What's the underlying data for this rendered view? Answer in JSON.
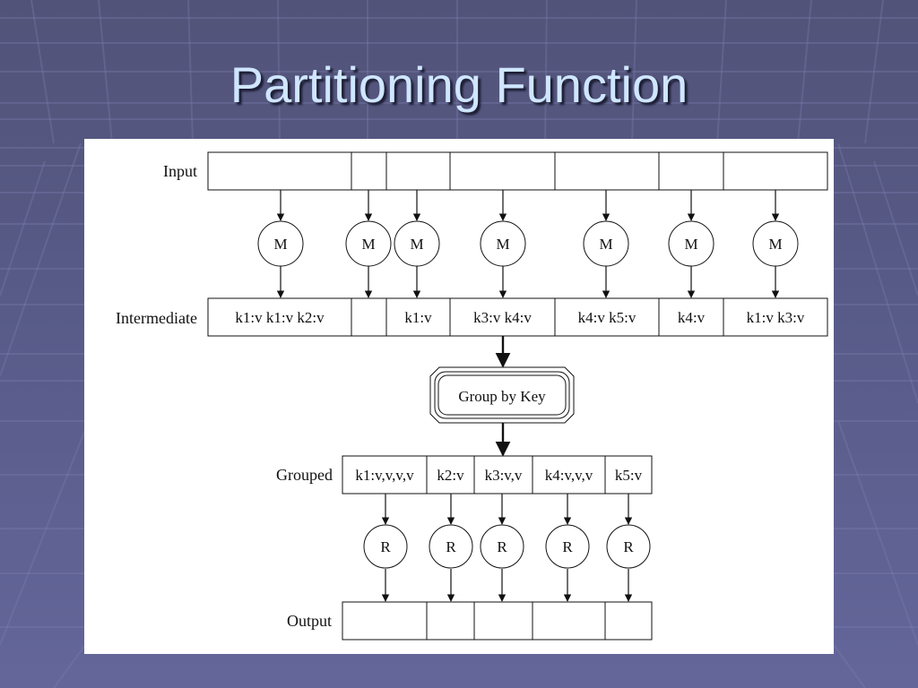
{
  "slide": {
    "title": "Partitioning Function"
  },
  "diagram": {
    "rows": {
      "input": {
        "label": "Input",
        "cells": [
          "",
          "",
          "",
          "",
          "",
          "",
          ""
        ]
      },
      "intermediate": {
        "label": "Intermediate",
        "cells": [
          "k1:v k1:v k2:v",
          "",
          "k1:v",
          "k3:v k4:v",
          "k4:v k5:v",
          "k4:v",
          "k1:v k3:v"
        ]
      },
      "grouped": {
        "label": "Grouped",
        "cells": [
          "k1:v,v,v,v",
          "k2:v",
          "k3:v,v",
          "k4:v,v,v",
          "k5:v"
        ]
      },
      "output": {
        "label": "Output",
        "cells": [
          "",
          "",
          "",
          "",
          ""
        ]
      }
    },
    "map_nodes": [
      "M",
      "M",
      "M",
      "M",
      "M",
      "M",
      "M"
    ],
    "reduce_nodes": [
      "R",
      "R",
      "R",
      "R",
      "R"
    ],
    "group_node": "Group by Key"
  },
  "colors": {
    "title_text": "#cfe6ff",
    "background": "#575a86",
    "panel": "#ffffff",
    "stroke": "#111111"
  }
}
